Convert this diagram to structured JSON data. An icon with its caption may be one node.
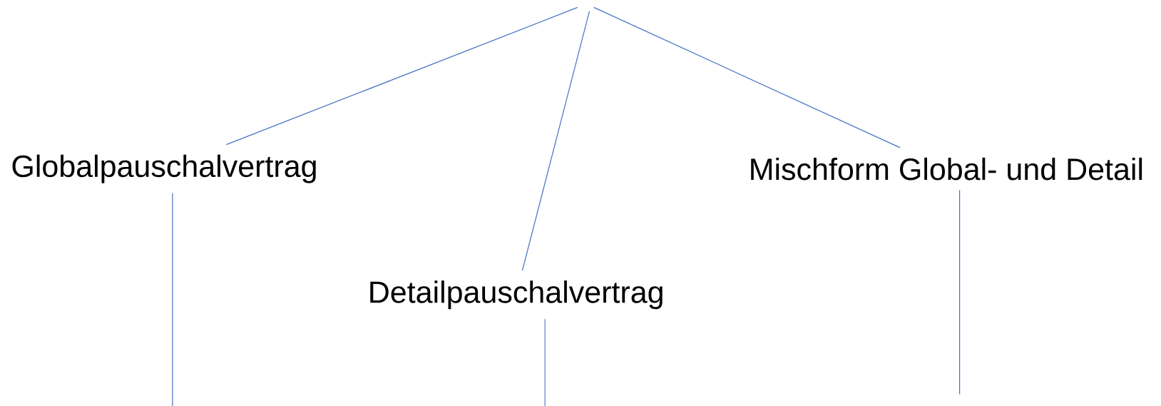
{
  "diagram": {
    "nodes": [
      {
        "text": [
          "Globalpauschalvertrag"
        ]
      },
      {
        "text": [
          "Detailpauschalvertrag"
        ]
      },
      {
        "text": [
          "Mischform Global- und Detail"
        ]
      }
    ],
    "edges": [
      {
        "from": null,
        "to": 0,
        "arrow": "none"
      },
      {
        "from": null,
        "to": 1,
        "arrow": "none"
      },
      {
        "from": null,
        "to": 2,
        "arrow": "none"
      },
      {
        "from": 0,
        "to": null,
        "arrow": "none"
      },
      {
        "from": 1,
        "to": null,
        "arrow": "none"
      },
      {
        "from": 2,
        "to": null,
        "arrow": "none"
      }
    ]
  }
}
